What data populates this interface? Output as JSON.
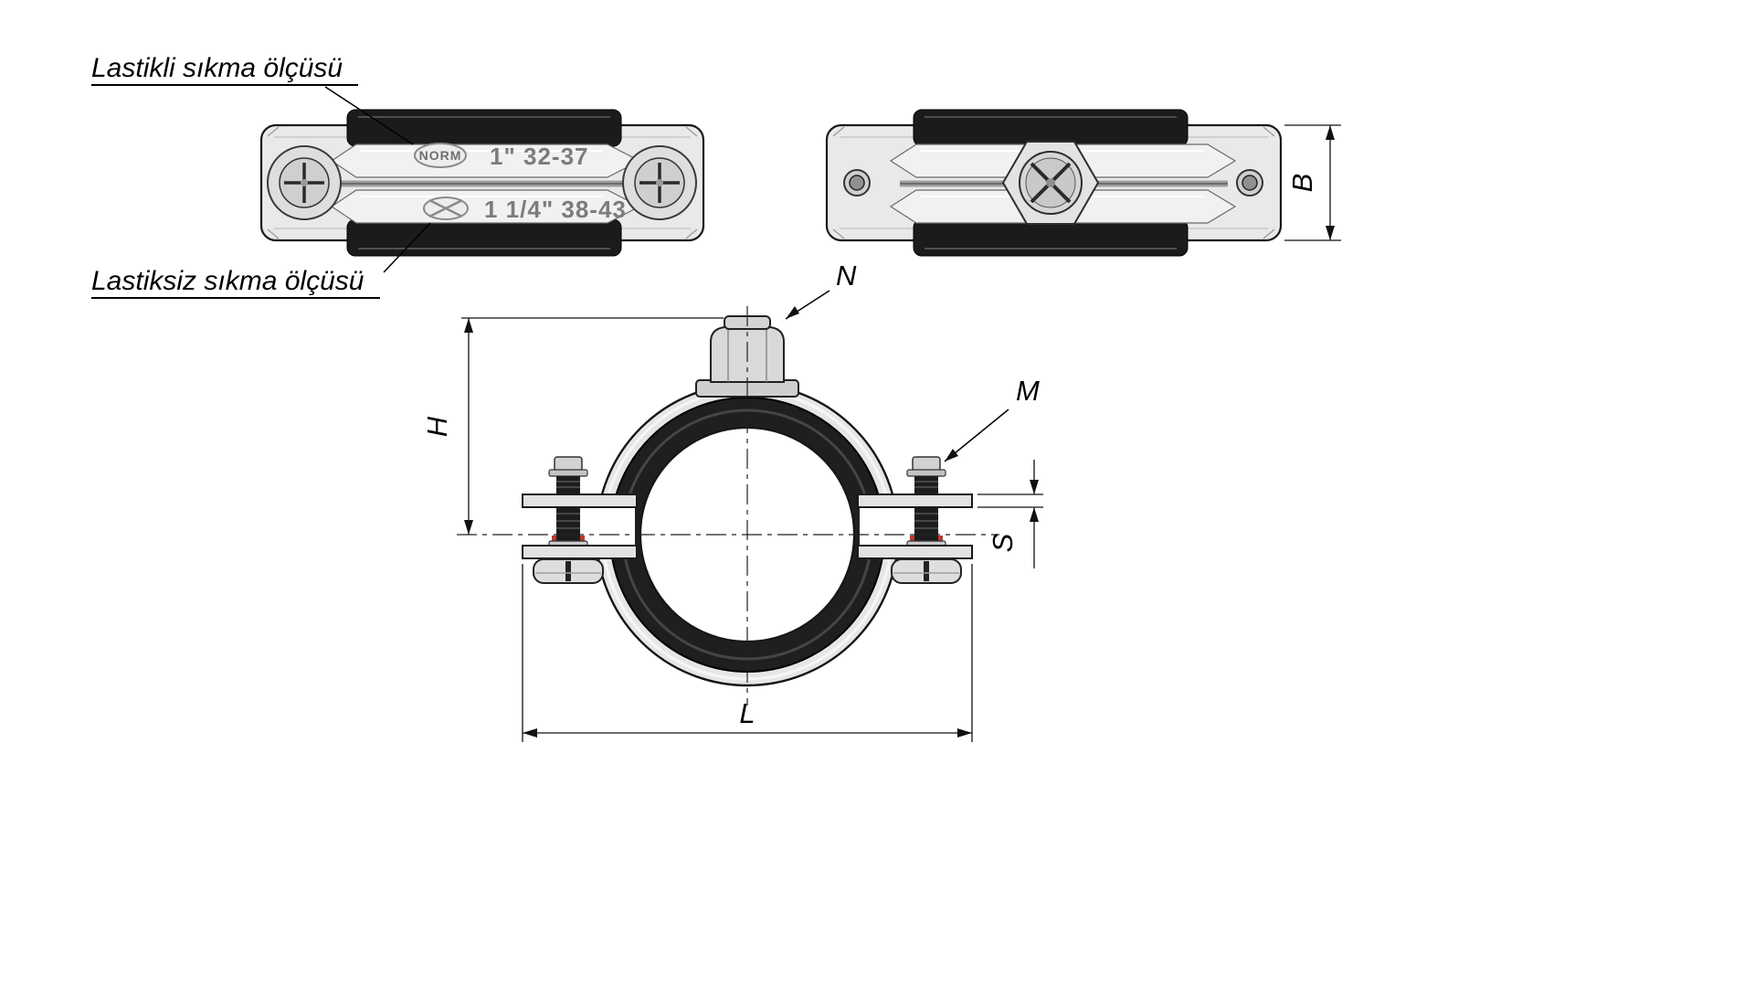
{
  "callouts": {
    "with_rubber": "Lastikli sıkma ölçüsü",
    "without_rubber": "Lastiksiz sıkma ölçüsü"
  },
  "stamps": {
    "brand": "NORM",
    "size_with_rubber": "1\" 32-37",
    "size_without_rubber": "1 1/4\" 38-43"
  },
  "dimensions": {
    "B": "B",
    "H": "H",
    "L": "L",
    "S": "S",
    "M": "M",
    "N": "N"
  },
  "colors": {
    "background": "#ffffff",
    "metal_light": "#e9e9e9",
    "metal_shadow": "#c8c8c8",
    "rubber": "#1e1e1e",
    "stamp_gray": "#7c7c7c",
    "line": "#111111",
    "washer_red": "#c0392b"
  }
}
